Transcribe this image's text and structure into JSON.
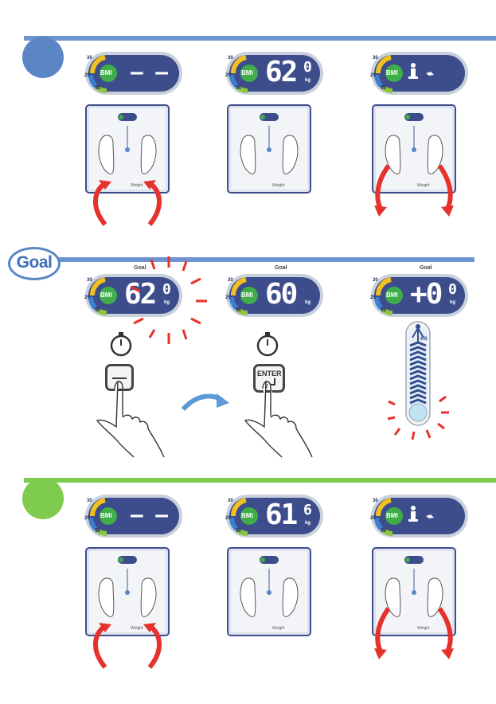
{
  "colors": {
    "bar_top": "#6d94d0",
    "bar_goal": "#6d94d0",
    "bar_bottom": "#7fcb4f",
    "step_blue": "#5b86c6",
    "step_green": "#7fcb4f",
    "display_bg": "#3d4d8c",
    "bmi_green": "#3fae49",
    "arrow_red": "#e5322d"
  },
  "goal_badge": "Goal",
  "bmi_label": "BMI",
  "bmi_scale": [
    "30",
    "25",
    "18"
  ],
  "kg_unit": "kg",
  "row1": {
    "display1": "– –",
    "display2": "62",
    "display2_dec": "0",
    "display3_icons": [
      "person-icon",
      "bird-icon"
    ]
  },
  "goal_row": {
    "goal_label": "Goal",
    "display1": "62",
    "display1_dec": "0",
    "display2": "60",
    "display3": "+0",
    "display3_dec": "0",
    "enter_label": "ENTER",
    "minus_label": "—",
    "yes_label": "es"
  },
  "row3": {
    "display1": "– –",
    "display2": "61",
    "display2_dec": "6",
    "display3_icons": [
      "person-icon",
      "bird-icon"
    ]
  }
}
